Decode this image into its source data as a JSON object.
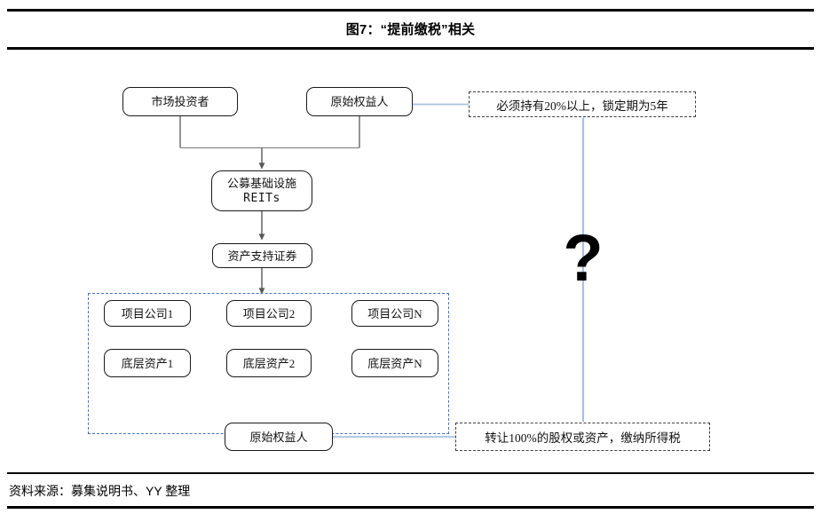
{
  "figure": {
    "title": "图7：“提前缴税”相关",
    "source": "资料来源：募集说明书、YY 整理"
  },
  "diagram": {
    "nodes": [
      {
        "id": "market-investor",
        "label": "市场投资者"
      },
      {
        "id": "original-owner-top",
        "label": "原始权益人"
      },
      {
        "id": "public-reits",
        "label_line1": "公募基础设施",
        "label_line2": "REITs"
      },
      {
        "id": "abs",
        "label": "资产支持证券"
      },
      {
        "id": "project-company-1",
        "label": "项目公司1"
      },
      {
        "id": "project-company-2",
        "label": "项目公司2"
      },
      {
        "id": "project-company-n",
        "label": "项目公司N"
      },
      {
        "id": "underlying-asset-1",
        "label": "底层资产1"
      },
      {
        "id": "underlying-asset-2",
        "label": "底层资产2"
      },
      {
        "id": "underlying-asset-n",
        "label": "底层资产N"
      },
      {
        "id": "original-owner-bottom",
        "label": "原始权益人"
      }
    ],
    "callouts": [
      {
        "id": "holding-requirement",
        "text": "必须持有20%以上，锁定期为5年"
      },
      {
        "id": "transfer-tax",
        "text": "转让100%的股权或资产，缴纳所得税"
      }
    ],
    "annotation": {
      "id": "question-mark",
      "glyph": "?"
    },
    "colors": {
      "connector_black": "#595959",
      "connector_blue": "#a7c0e4",
      "group_dashed_blue": "#4472c4",
      "callout_dashed_gray": "#3f3f3f",
      "node_border": "#1a1a1a",
      "rule_black": "#000000"
    }
  }
}
